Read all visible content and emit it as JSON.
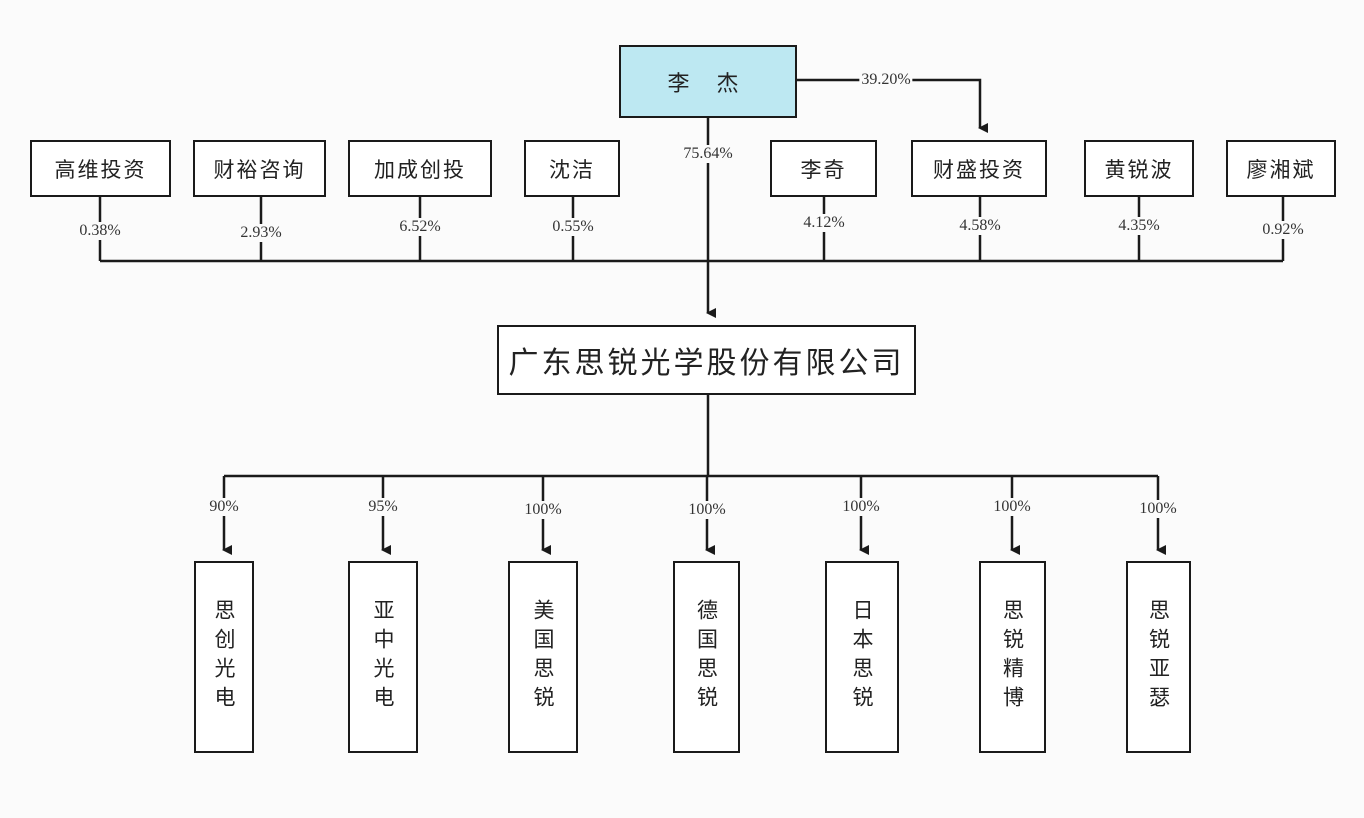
{
  "top_holder": {
    "name": "李 杰",
    "direct_pct": "75.64%",
    "indirect_pct": "39.20%"
  },
  "shareholders": [
    {
      "name": "高维投资",
      "pct": "0.38%"
    },
    {
      "name": "财裕咨询",
      "pct": "2.93%"
    },
    {
      "name": "加成创投",
      "pct": "6.52%"
    },
    {
      "name": "沈洁",
      "pct": "0.55%"
    },
    {
      "name": "李奇",
      "pct": "4.12%"
    },
    {
      "name": "财盛投资",
      "pct": "4.58%"
    },
    {
      "name": "黄锐波",
      "pct": "4.35%"
    },
    {
      "name": "廖湘斌",
      "pct": "0.92%"
    }
  ],
  "company": {
    "name": "广东思锐光学股份有限公司"
  },
  "subsidiaries": [
    {
      "name": "思创光电",
      "pct": "90%"
    },
    {
      "name": "亚中光电",
      "pct": "95%"
    },
    {
      "name": "美国思锐",
      "pct": "100%"
    },
    {
      "name": "德国思锐",
      "pct": "100%"
    },
    {
      "name": "日本思锐",
      "pct": "100%"
    },
    {
      "name": "思锐精博",
      "pct": "100%"
    },
    {
      "name": "思锐亚瑟",
      "pct": "100%"
    }
  ],
  "colors": {
    "top_fill": "#bde8f2",
    "line": "#1a1a1a"
  }
}
